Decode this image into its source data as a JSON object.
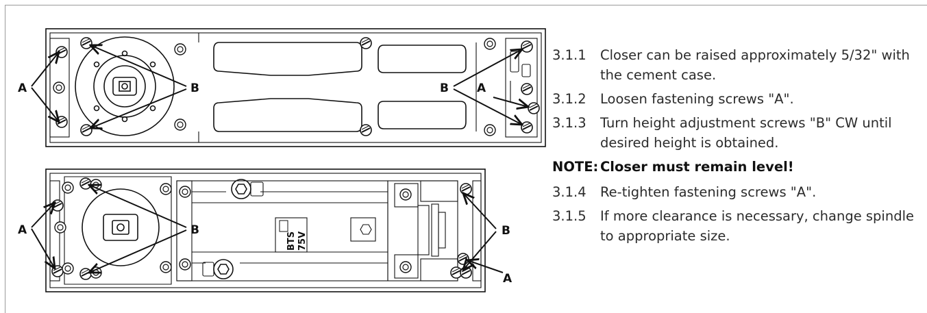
{
  "figure_top": {
    "labels": {
      "a_left": "A",
      "b_left": "B",
      "b_right": "B",
      "a_right": "A"
    }
  },
  "figure_bottom": {
    "labels": {
      "a_left": "A",
      "b_left": "B",
      "b_right": "B",
      "a_right": "A"
    },
    "product_label_line1": "BTS",
    "product_label_line2": "75V"
  },
  "instructions": {
    "steps_before_note": [
      {
        "number": "3.1.1",
        "text": "Closer can be raised approximately 5/32\" with the cement case."
      },
      {
        "number": "3.1.2",
        "text": "Loosen fastening screws \"A\"."
      },
      {
        "number": "3.1.3",
        "text": "Turn height adjustment screws \"B\" CW until desired height is obtained."
      }
    ],
    "note_label": "NOTE:",
    "note_text": "Closer must remain level!",
    "steps_after_note": [
      {
        "number": "3.1.4",
        "text": "Re-tighten fastening screws \"A\"."
      },
      {
        "number": "3.1.5",
        "text": "If more clearance is necessary, change spindle to appropriate size."
      }
    ]
  }
}
